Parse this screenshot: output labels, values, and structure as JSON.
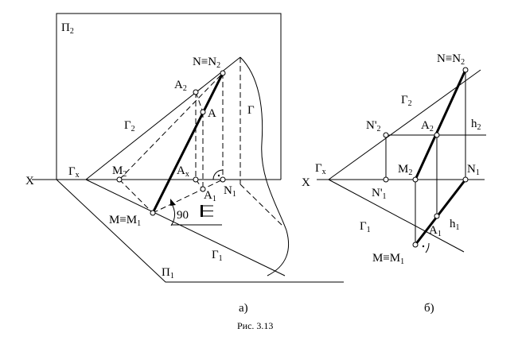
{
  "labels": {
    "pi2": {
      "main": "П",
      "sub": "2"
    },
    "pi1": {
      "main": "П",
      "sub": "1"
    },
    "n_n2_a": {
      "main": "N≡N",
      "sub": "2"
    },
    "a2_a": {
      "main": "A",
      "sub": "2"
    },
    "a_a": {
      "main": "A",
      "sub": ""
    },
    "gamma_a": {
      "main": "Г",
      "sub": ""
    },
    "gamma2_a": {
      "main": "Г",
      "sub": "2"
    },
    "gammax_a": {
      "main": "Г",
      "sub": "x"
    },
    "x_a": {
      "main": "X",
      "sub": ""
    },
    "m2_a": {
      "main": "M",
      "sub": "2"
    },
    "ax_a": {
      "main": "A",
      "sub": "x"
    },
    "a1_a": {
      "main": "A",
      "sub": "1"
    },
    "n1_a": {
      "main": "N",
      "sub": "1"
    },
    "m_m1_a": {
      "main": "M≡M",
      "sub": "1"
    },
    "ninety": {
      "main": "90",
      "sub": ""
    },
    "gamma1_a": {
      "main": "Г",
      "sub": "1"
    },
    "n_n2_b": {
      "main": "N≡N",
      "sub": "2"
    },
    "gamma2_b": {
      "main": "Г",
      "sub": "2"
    },
    "nprime2_b": {
      "main": "N'",
      "sub": "2"
    },
    "a2_b": {
      "main": "A",
      "sub": "2"
    },
    "h2_b": {
      "main": "h",
      "sub": "2"
    },
    "gammax_b": {
      "main": "Г",
      "sub": "x"
    },
    "x_b": {
      "main": "X",
      "sub": ""
    },
    "m2_b": {
      "main": "M",
      "sub": "2"
    },
    "n1_b": {
      "main": "N",
      "sub": "1"
    },
    "nprime1_b": {
      "main": "N'",
      "sub": "1"
    },
    "gamma1_b": {
      "main": "Г",
      "sub": "1"
    },
    "h1_b": {
      "main": "h",
      "sub": "1"
    },
    "a1_b": {
      "main": "A",
      "sub": "1"
    },
    "m_m1_b": {
      "main": "M≡M",
      "sub": "1"
    }
  },
  "panels": {
    "a": "а)",
    "b": "б)"
  },
  "caption": "Рис. 3.13"
}
